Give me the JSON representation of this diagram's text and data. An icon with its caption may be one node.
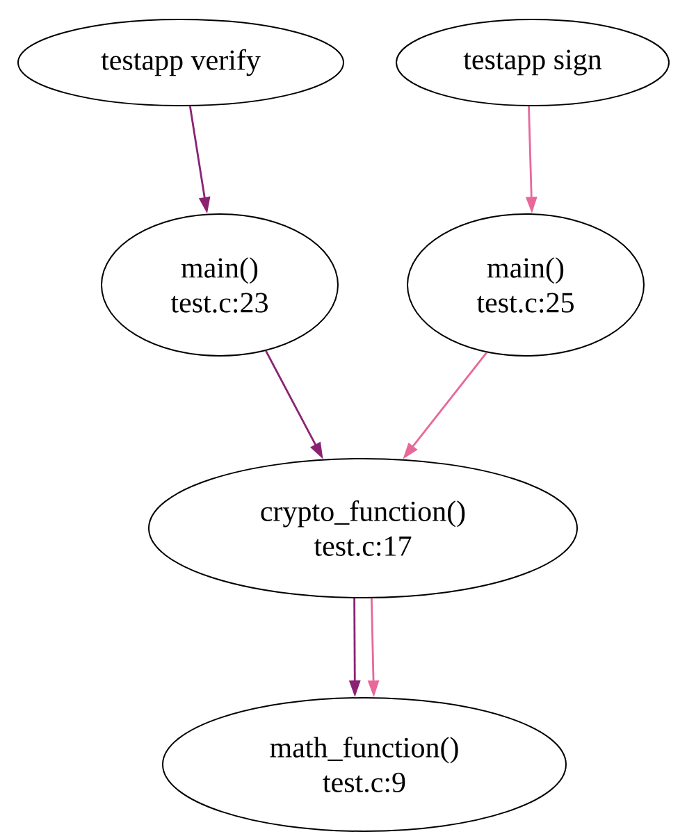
{
  "diagram": {
    "nodes": [
      {
        "text": [
          "testapp verify"
        ]
      },
      {
        "text": [
          "testapp sign"
        ]
      },
      {
        "text": [
          "main()",
          "test.c:23"
        ]
      },
      {
        "text": [
          "main()",
          "test.c:25"
        ]
      },
      {
        "text": [
          "crypto_function()",
          "test.c:17"
        ]
      },
      {
        "text": [
          "math_function()",
          "test.c:9"
        ]
      }
    ],
    "edges": [
      {
        "from": 0,
        "to": 2,
        "arrow": "to",
        "color": "#8b2372"
      },
      {
        "from": 1,
        "to": 3,
        "arrow": "to",
        "color": "#e8689a"
      },
      {
        "from": 2,
        "to": 4,
        "arrow": "to",
        "color": "#8b2372"
      },
      {
        "from": 3,
        "to": 4,
        "arrow": "to",
        "color": "#e8689a"
      },
      {
        "from": 4,
        "to": 5,
        "arrow": "to",
        "color": "#8b2372"
      },
      {
        "from": 4,
        "to": 5,
        "arrow": "to",
        "color": "#e8689a"
      }
    ]
  }
}
